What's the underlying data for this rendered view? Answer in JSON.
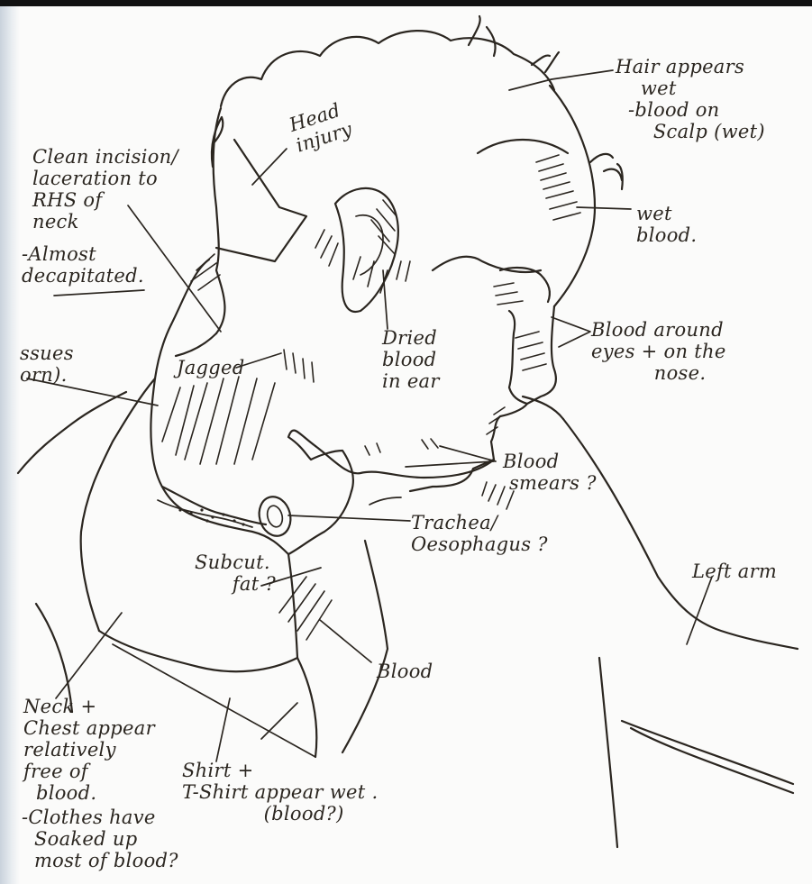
{
  "labels": {
    "hair": "Hair appears\n    wet\n  -blood on\n      Scalp (wet)",
    "head_injury": "Head\ninjury",
    "incision": "Clean incision/\nlaceration to\nRHS of\nneck",
    "decapitated": "-Almost\ndecapitated.",
    "tissues": "ssues\norn).",
    "wet_blood": "wet\nblood.",
    "jagged": "Jagged",
    "dried_blood": "Dried\nblood\nin ear",
    "blood_eyes": "Blood around\neyes + on the\n          nose.",
    "blood_smears": "Blood\n smears ?",
    "trachea": "Trachea/\nOesophagus ?",
    "subcut_fat": "Subcut.\n      fat ?",
    "left_arm": "Left arm",
    "blood": "Blood",
    "neck_chest": "Neck +\nChest appear\nrelatively\nfree of\n  blood.",
    "shirt": "Shirt +\nT-Shirt appear wet .\n             (blood?)",
    "clothes": "-Clothes have\n  Soaked up\n  most of blood?"
  }
}
